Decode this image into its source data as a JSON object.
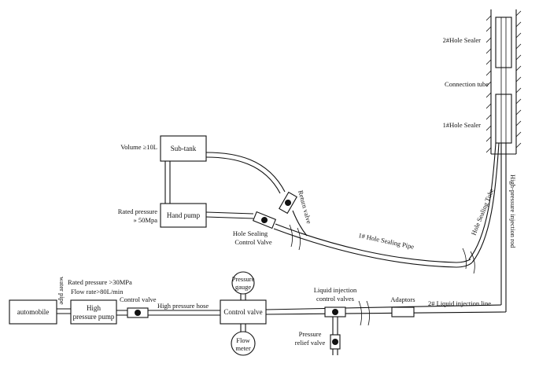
{
  "labels": {
    "hole_sealer_2": "2#Hole Sealer",
    "connection_tube": "Connection tube",
    "hole_sealer_1": "1#Hole Sealer",
    "volume": "Volume ≥10L",
    "sub_tank": "Sub-tank",
    "rated_pressure_hand": "Rated pressure",
    "rated_pressure_hand_value": "» 50Mpa",
    "hand_pump": "Hand pump",
    "return_valve": "Return valve",
    "hole_sealing_control_valve_1": "Hole Sealing",
    "hole_sealing_control_valve_2": "Control Valve",
    "hole_sealing_pipe": "1# Hole Sealing Pipe",
    "hole_sealing_tube": "Hole Sealing Tube",
    "high_pressure_injection_rod": "High-pressure injection rod",
    "water_pipe": "water pipe",
    "rated_pressure_pump": "Rated pressure >30MPa",
    "flow_rate": "Flow rate>80L/min",
    "automobile": "automobile",
    "high_pressure_pump_1": "High",
    "high_pressure_pump_2": "pressure pump",
    "control_valve_small": "Control valve",
    "high_pressure_hose": "High pressure hose",
    "pressure_gauge_1": "Pressure",
    "pressure_gauge_2": "gauge",
    "control_valve_box": "Control valve",
    "flow_meter_1": "Flow",
    "flow_meter_2": "meter",
    "liquid_injection_control_valves_1": "Liquid injection",
    "liquid_injection_control_valves_2": "control valves",
    "pressure_relief_valve_1": "Pressure",
    "pressure_relief_valve_2": "relief valve",
    "adaptors": "Adaptors",
    "liquid_injection_line": "2# Liquid injection line"
  }
}
